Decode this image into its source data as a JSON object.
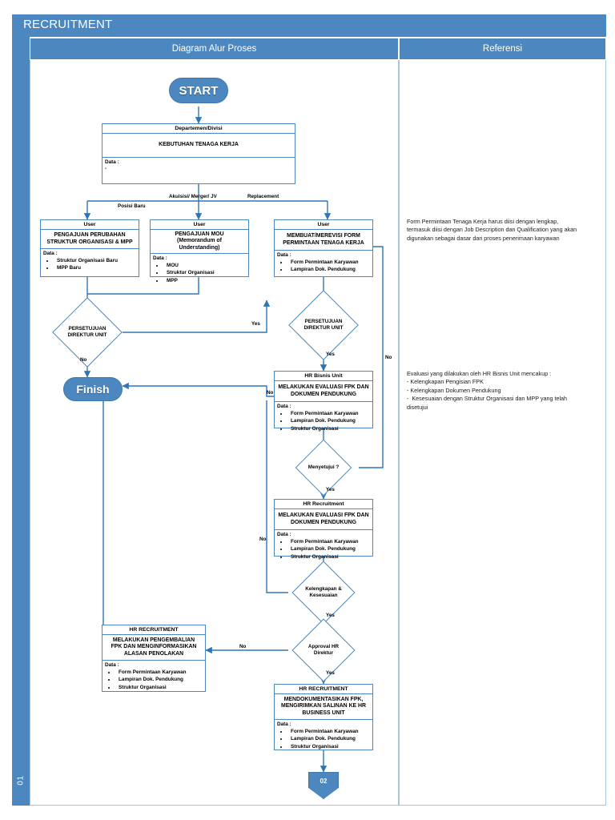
{
  "document": {
    "title": "RECRUITMENT",
    "page_number": "01",
    "accent_color": "#4d87bf",
    "line_color": "#2e75b6"
  },
  "columns": {
    "flow_header": "Diagram Alur Proses",
    "reference_header": "Referensi"
  },
  "references": [
    {
      "id": "ref-note-1",
      "lines": [
        "Form Permintaan Tenaga Kerja harus diisi dengan lengkap,",
        "termasuk diisi dengan Job Description dan Qualification yang akan",
        "digunakan sebagai dasar dari proses penerimaan karyawan"
      ]
    },
    {
      "id": "ref-note-2",
      "lines": [
        "Evaluasi yang dilakukan oleh HR Bisnis Unit mencakup :",
        "- Kelengkapan Pengisian FPK",
        "- Kelengkapan Dokumen Pendukung",
        "-  Kesesuaian dengan Struktur Organisasi dan MPP yang telah",
        "disetujui"
      ]
    }
  ],
  "flow": {
    "start": {
      "label": "START"
    },
    "finish": {
      "label": "Finish"
    },
    "connector_out": {
      "label": "02"
    },
    "nodes": {
      "kebutuhan": {
        "actor": "Departemen/Divisi",
        "action": [
          "KEBUTUHAN TENAGA KERJA"
        ],
        "data_label": "Data :",
        "data_items": [
          "-"
        ]
      },
      "pengajuan_struktur": {
        "actor": "User",
        "action": [
          "PENGAJUAN PERUBAHAN",
          "STRUKTUR ORGANISASI & MPP"
        ],
        "data_label": "Data :",
        "data_items": [
          "Struktur Organisasi Baru",
          "MPP Baru"
        ]
      },
      "pengajuan_mou": {
        "actor": "User",
        "action": [
          "PENGAJUAN MOU",
          "(Memorandum of",
          "Understanding)"
        ],
        "data_label": "Data :",
        "data_items": [
          "MOU",
          "Struktur Organisasi",
          "MPP"
        ]
      },
      "membuat_form": {
        "actor": "User",
        "action": [
          "MEMBUAT/MEREVISI FORM",
          "PERMINTAAN TENAGA KERJA"
        ],
        "data_label": "Data :",
        "data_items": [
          "Form Permintaan Karyawan",
          "Lampiran Dok. Pendukung"
        ]
      },
      "hr_bisnis_unit": {
        "actor": "HR Bisnis Unit",
        "action": [
          "MELAKUKAN EVALUASI  FPK DAN",
          "DOKUMEN PENDUKUNG"
        ],
        "data_label": "Data :",
        "data_items": [
          "Form Permintaan Karyawan",
          "Lampiran Dok. Pendukung",
          "Struktur Organisasi"
        ]
      },
      "hr_recruitment_eval": {
        "actor": "HR Recruitment",
        "action": [
          "MELAKUKAN EVALUASI  FPK DAN",
          "DOKUMEN PENDUKUNG"
        ],
        "data_label": "Data :",
        "data_items": [
          "Form Permintaan Karyawan",
          "Lampiran Dok. Pendukung",
          "Struktur Organisasi"
        ]
      },
      "hr_recruitment_return": {
        "actor": "HR RECRUITMENT",
        "action": [
          "MELAKUKAN PENGEMBALIAN",
          "FPK DAN MENGINFORMASIKAN",
          "ALASAN PENOLAKAN"
        ],
        "data_label": "Data :",
        "data_items": [
          "Form Permintaan Karyawan",
          "Lampiran Dok. Pendukung",
          "Struktur Organisasi"
        ]
      },
      "hr_recruitment_doc": {
        "actor": "HR RECRUITMENT",
        "action": [
          "MENDOKUMENTASIKAN  FPK,",
          "MENGIRIMKAN SALINAN KE HR",
          "BUSINESS UNIT"
        ],
        "data_label": "Data :",
        "data_items": [
          "Form Permintaan Karyawan",
          "Lampiran Dok. Pendukung",
          "Struktur Organisasi"
        ]
      }
    },
    "decisions": {
      "persetujuan_left": {
        "lines": [
          "PERSETUJUAN",
          "DIREKTUR UNIT"
        ]
      },
      "persetujuan_right": {
        "lines": [
          "PERSETUJUAN",
          "DIREKTUR UNIT"
        ]
      },
      "menyetujui": {
        "lines": [
          "Menyetujui ?"
        ]
      },
      "kelengkapan": {
        "lines": [
          "Kelengkapan &",
          "Kesesuaian"
        ]
      },
      "approval_hr": {
        "lines": [
          "Approval HR",
          "Direktur"
        ]
      }
    },
    "edge_labels": {
      "posisi_baru": "Posisi Baru",
      "akuisisi": "Akuisisi/ Merger/ JV",
      "replacement": "Replacement",
      "yes_left_diamond": "Yes",
      "no_left_diamond": "No",
      "yes_right_top": "Yes",
      "yes_right_down": "Yes",
      "no_hr_bisnis": "No",
      "no_far_right": "No",
      "yes_menyetujui": "Yes",
      "no_kelengkapan": "No",
      "yes_kelengkapan": "Yes",
      "no_approval": "No",
      "yes_approval": "Yes"
    }
  }
}
